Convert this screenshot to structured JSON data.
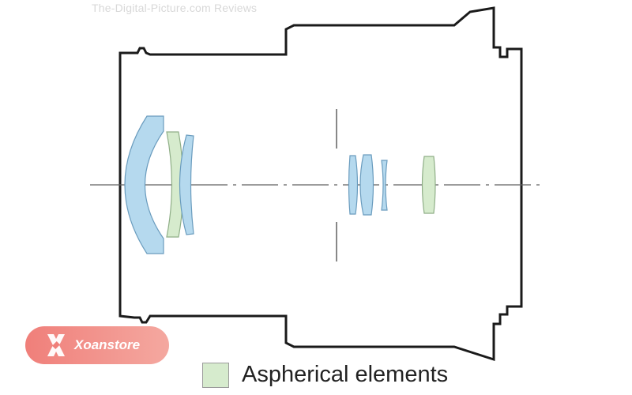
{
  "watermark": "The-Digital-Picture.com Reviews",
  "legend": {
    "label": "Aspherical elements",
    "swatch_color": "#d6ebcd"
  },
  "badge": {
    "name": "Xoanstore",
    "colors": [
      "#f07f7a",
      "#f4a8a0"
    ]
  },
  "colors": {
    "outline": "#1a1a1a",
    "spherical_fill": "#b5d9ee",
    "spherical_stroke": "#6a9cbe",
    "aspherical_fill": "#d6ebcd",
    "aspherical_stroke": "#8fae87",
    "axis": "#606060"
  },
  "elements": [
    {
      "group": "front",
      "type": "spherical"
    },
    {
      "group": "front",
      "type": "aspherical"
    },
    {
      "group": "front",
      "type": "spherical"
    },
    {
      "group": "rear",
      "type": "spherical"
    },
    {
      "group": "rear",
      "type": "spherical"
    },
    {
      "group": "rear",
      "type": "spherical"
    },
    {
      "group": "rear",
      "type": "aspherical"
    }
  ]
}
